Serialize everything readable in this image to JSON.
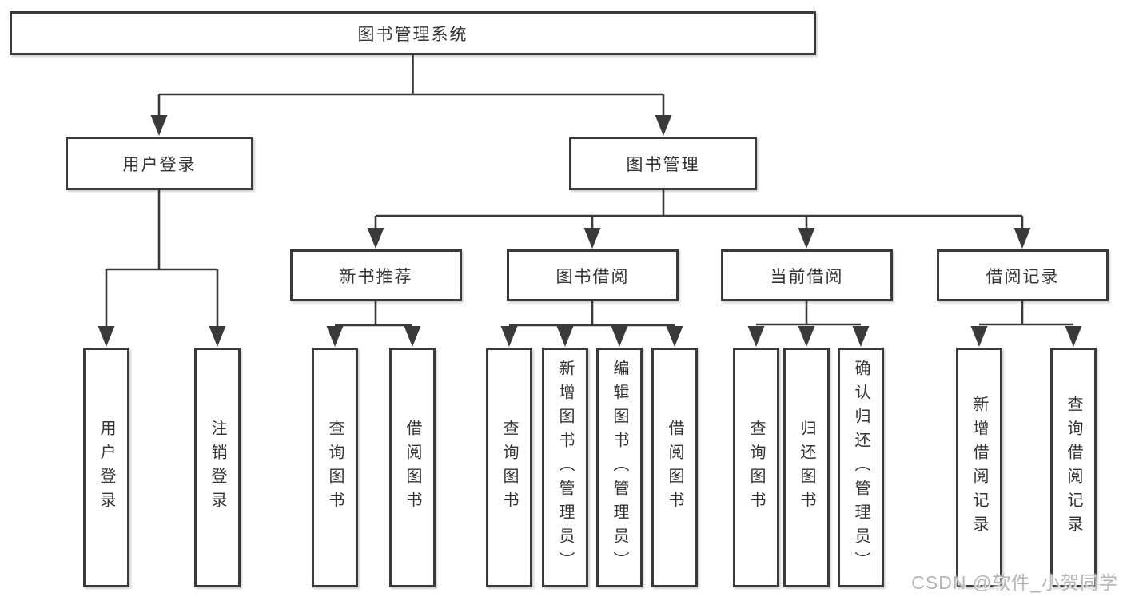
{
  "tree": {
    "root": {
      "label": "图书管理系统"
    },
    "children": [
      {
        "label": "用户登录",
        "children": [
          {
            "label": "用户登录"
          },
          {
            "label": "注销登录"
          }
        ]
      },
      {
        "label": "图书管理",
        "children": [
          {
            "label": "新书推荐",
            "children": [
              {
                "label": "查询图书"
              },
              {
                "label": "借阅图书"
              }
            ]
          },
          {
            "label": "图书借阅",
            "children": [
              {
                "label": "查询图书"
              },
              {
                "label": "新增图书（管理员）"
              },
              {
                "label": "编辑图书（管理员）"
              },
              {
                "label": "借阅图书"
              }
            ]
          },
          {
            "label": "当前借阅",
            "children": [
              {
                "label": "查询图书"
              },
              {
                "label": "归还图书"
              },
              {
                "label": "确认归还（管理员）"
              }
            ]
          },
          {
            "label": "借阅记录",
            "children": [
              {
                "label": "新增借阅记录"
              },
              {
                "label": "查询借阅记录"
              }
            ]
          }
        ]
      }
    ]
  },
  "watermark": {
    "text": "CSDN @软件_小贺同学"
  },
  "colors": {
    "line": "#3a3a3a",
    "text": "#333333",
    "watermark": "#b5b5b5",
    "background": "#ffffff"
  }
}
